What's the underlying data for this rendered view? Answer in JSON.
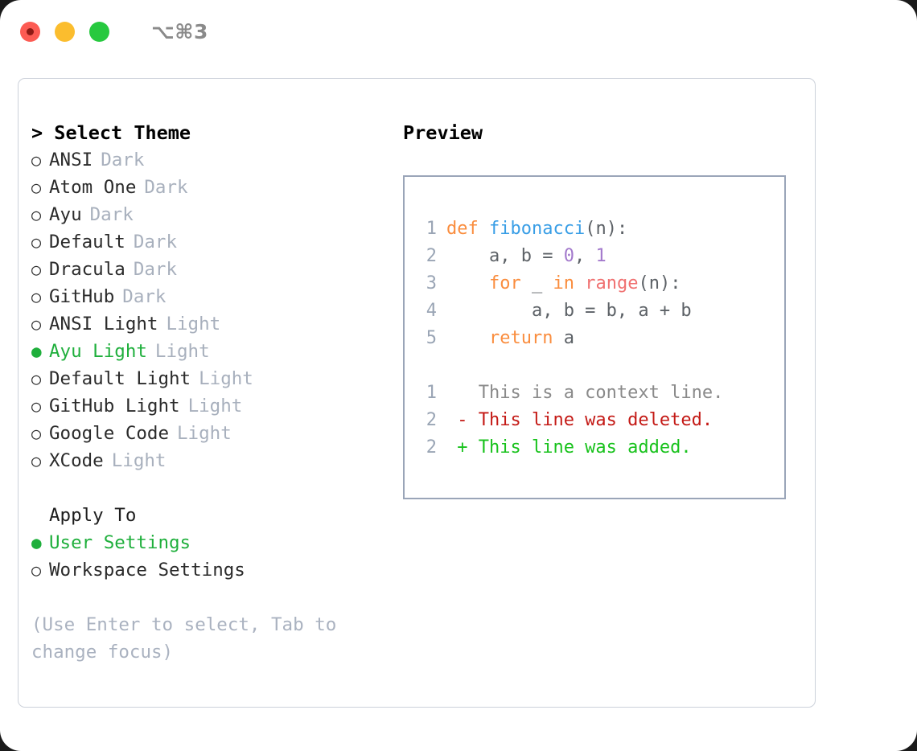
{
  "window": {
    "title": "⌥⌘3",
    "traffic_lights": [
      "close-red",
      "minimize-yellow",
      "maximize-green"
    ]
  },
  "theme_list": {
    "header": "> Select Theme",
    "items": [
      {
        "marker": "○",
        "label": "ANSI",
        "suffix": "Dark",
        "selected": false
      },
      {
        "marker": "○",
        "label": "Atom One",
        "suffix": "Dark",
        "selected": false
      },
      {
        "marker": "○",
        "label": "Ayu",
        "suffix": "Dark",
        "selected": false
      },
      {
        "marker": "○",
        "label": "Default",
        "suffix": "Dark",
        "selected": false
      },
      {
        "marker": "○",
        "label": "Dracula",
        "suffix": "Dark",
        "selected": false
      },
      {
        "marker": "○",
        "label": "GitHub",
        "suffix": "Dark",
        "selected": false
      },
      {
        "marker": "○",
        "label": "ANSI Light",
        "suffix": "Light",
        "selected": false
      },
      {
        "marker": "●",
        "label": "Ayu Light",
        "suffix": "Light",
        "selected": true
      },
      {
        "marker": "○",
        "label": "Default Light",
        "suffix": "Light",
        "selected": false
      },
      {
        "marker": "○",
        "label": "GitHub Light",
        "suffix": "Light",
        "selected": false
      },
      {
        "marker": "○",
        "label": "Google Code",
        "suffix": "Light",
        "selected": false
      },
      {
        "marker": "○",
        "label": "XCode",
        "suffix": "Light",
        "selected": false
      }
    ]
  },
  "apply_to": {
    "header": "Apply To",
    "items": [
      {
        "marker": "●",
        "label": "User Settings",
        "selected": true
      },
      {
        "marker": "○",
        "label": "Workspace Settings",
        "selected": false
      }
    ]
  },
  "hint": "(Use Enter to select, Tab to change focus)",
  "preview": {
    "title": "Preview",
    "code_lines": [
      {
        "no": "1",
        "tokens": [
          {
            "t": "def ",
            "c": "kw"
          },
          {
            "t": "fibonacci",
            "c": "fn"
          },
          {
            "t": "(n):",
            "c": "txt"
          }
        ]
      },
      {
        "no": "2",
        "tokens": [
          {
            "t": "    a, b = ",
            "c": "txt"
          },
          {
            "t": "0",
            "c": "num"
          },
          {
            "t": ", ",
            "c": "txt"
          },
          {
            "t": "1",
            "c": "num"
          }
        ]
      },
      {
        "no": "3",
        "tokens": [
          {
            "t": "    ",
            "c": "txt"
          },
          {
            "t": "for",
            "c": "kw"
          },
          {
            "t": " _ ",
            "c": "txt"
          },
          {
            "t": "in",
            "c": "kw"
          },
          {
            "t": " ",
            "c": "txt"
          },
          {
            "t": "range",
            "c": "call"
          },
          {
            "t": "(n):",
            "c": "txt"
          }
        ]
      },
      {
        "no": "4",
        "tokens": [
          {
            "t": "        a, b = b, a + b",
            "c": "txt"
          }
        ]
      },
      {
        "no": "5",
        "tokens": [
          {
            "t": "    ",
            "c": "txt"
          },
          {
            "t": "return",
            "c": "kw"
          },
          {
            "t": " a",
            "c": "txt"
          }
        ]
      }
    ],
    "diff_lines": [
      {
        "no": "1",
        "tokens": [
          {
            "t": "   This is a context line.",
            "c": "ctx"
          }
        ]
      },
      {
        "no": "2",
        "tokens": [
          {
            "t": " - This line was deleted.",
            "c": "del"
          }
        ]
      },
      {
        "no": "2",
        "tokens": [
          {
            "t": " + This line was added.",
            "c": "add"
          }
        ]
      }
    ]
  },
  "colors": {
    "accent_green": "#1faf3c",
    "muted": "#a8b0bd",
    "hint": "#aab2c0",
    "keyword": "#fa8d3e",
    "function": "#399ee6",
    "number": "#a37acc",
    "call": "#f07171",
    "text": "#5c6166",
    "diff_deleted": "#c41a16",
    "diff_added": "#18c21c",
    "panel_border": "#ccd1da",
    "preview_border": "#9aa5b8"
  }
}
